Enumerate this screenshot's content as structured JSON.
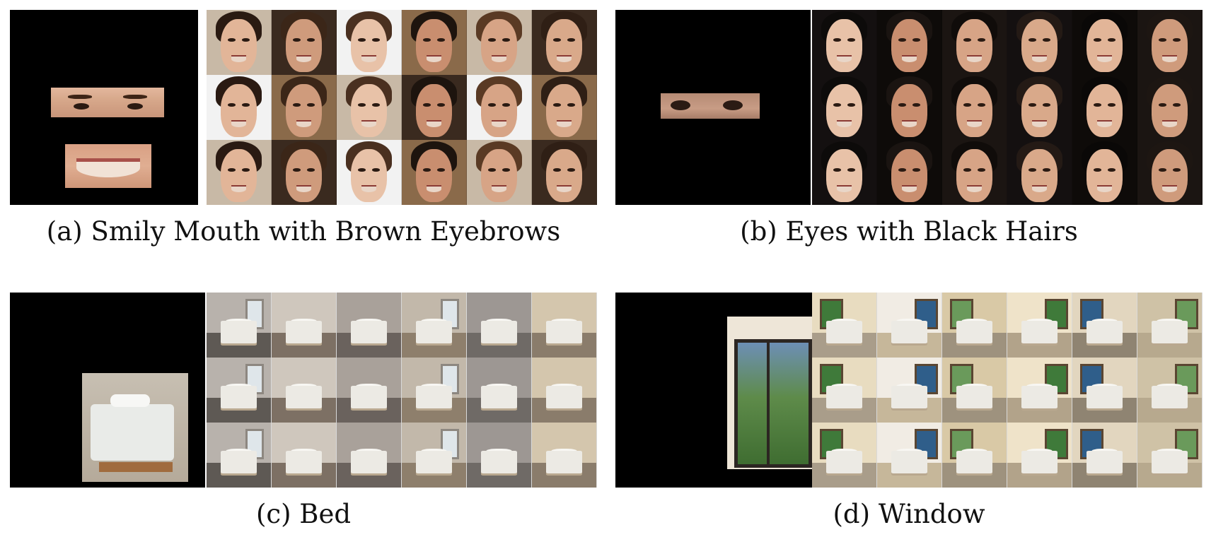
{
  "figure": {
    "panels": [
      {
        "id": "a",
        "caption": "(a) Smily Mouth with Brown Eyebrows",
        "kind": "faces",
        "crop": "eyebrows-and-mouth"
      },
      {
        "id": "b",
        "caption": "(b) Eyes with Black Hairs",
        "kind": "faces",
        "crop": "eyes"
      },
      {
        "id": "c",
        "caption": "(c) Bed",
        "kind": "rooms",
        "crop": "bed"
      },
      {
        "id": "d",
        "caption": "(d) Window",
        "kind": "rooms",
        "crop": "window"
      }
    ]
  },
  "palette": {
    "background": "#ffffff",
    "mask": "#000000",
    "skin_a": [
      "#d9a98a",
      "#e2b598",
      "#cf9b7c",
      "#e8c2a8",
      "#c98e6f",
      "#d7a486"
    ],
    "hair_a": [
      "#2a1a12",
      "#3b2618",
      "#4a3020",
      "#1d140e",
      "#5a3a24",
      "#2f1f15"
    ],
    "bg_a": [
      "#c8b9a6",
      "#3a2a1f",
      "#6d4b2e",
      "#f2f2f2",
      "#8a6a4a",
      "#1c1410"
    ],
    "hair_b": [
      "#0d0b0a",
      "#1a1411",
      "#100c0a",
      "#241a15",
      "#0a0807",
      "#1d1612"
    ],
    "bg_b": [
      "#141010",
      "#241a14",
      "#0e0b09",
      "#3a2c22",
      "#1b1512",
      "#2b211b"
    ],
    "wall_c": [
      "#b8b2ac",
      "#cfc7bd",
      "#a9a19a",
      "#c2b8aa",
      "#9d9793",
      "#d4c6ad"
    ],
    "floor_c": [
      "#6f6a66",
      "#8a7c6b",
      "#5e5954",
      "#7d7064",
      "#6a625d",
      "#8e7f6c"
    ],
    "wall_d": [
      "#e8dcc0",
      "#f1ece4",
      "#d9c9a6",
      "#efe3c9",
      "#e2d6bf",
      "#cfc2a6"
    ],
    "floor_d": [
      "#b7a98e",
      "#a99d8a",
      "#c6b79a",
      "#9e927e",
      "#b2a38a",
      "#8f8472"
    ],
    "window_glass": [
      "#3f7a3a",
      "#5f8e4d",
      "#2f5e8a",
      "#4d7c3c",
      "#6a9a5b",
      "#1f3f2a"
    ]
  }
}
